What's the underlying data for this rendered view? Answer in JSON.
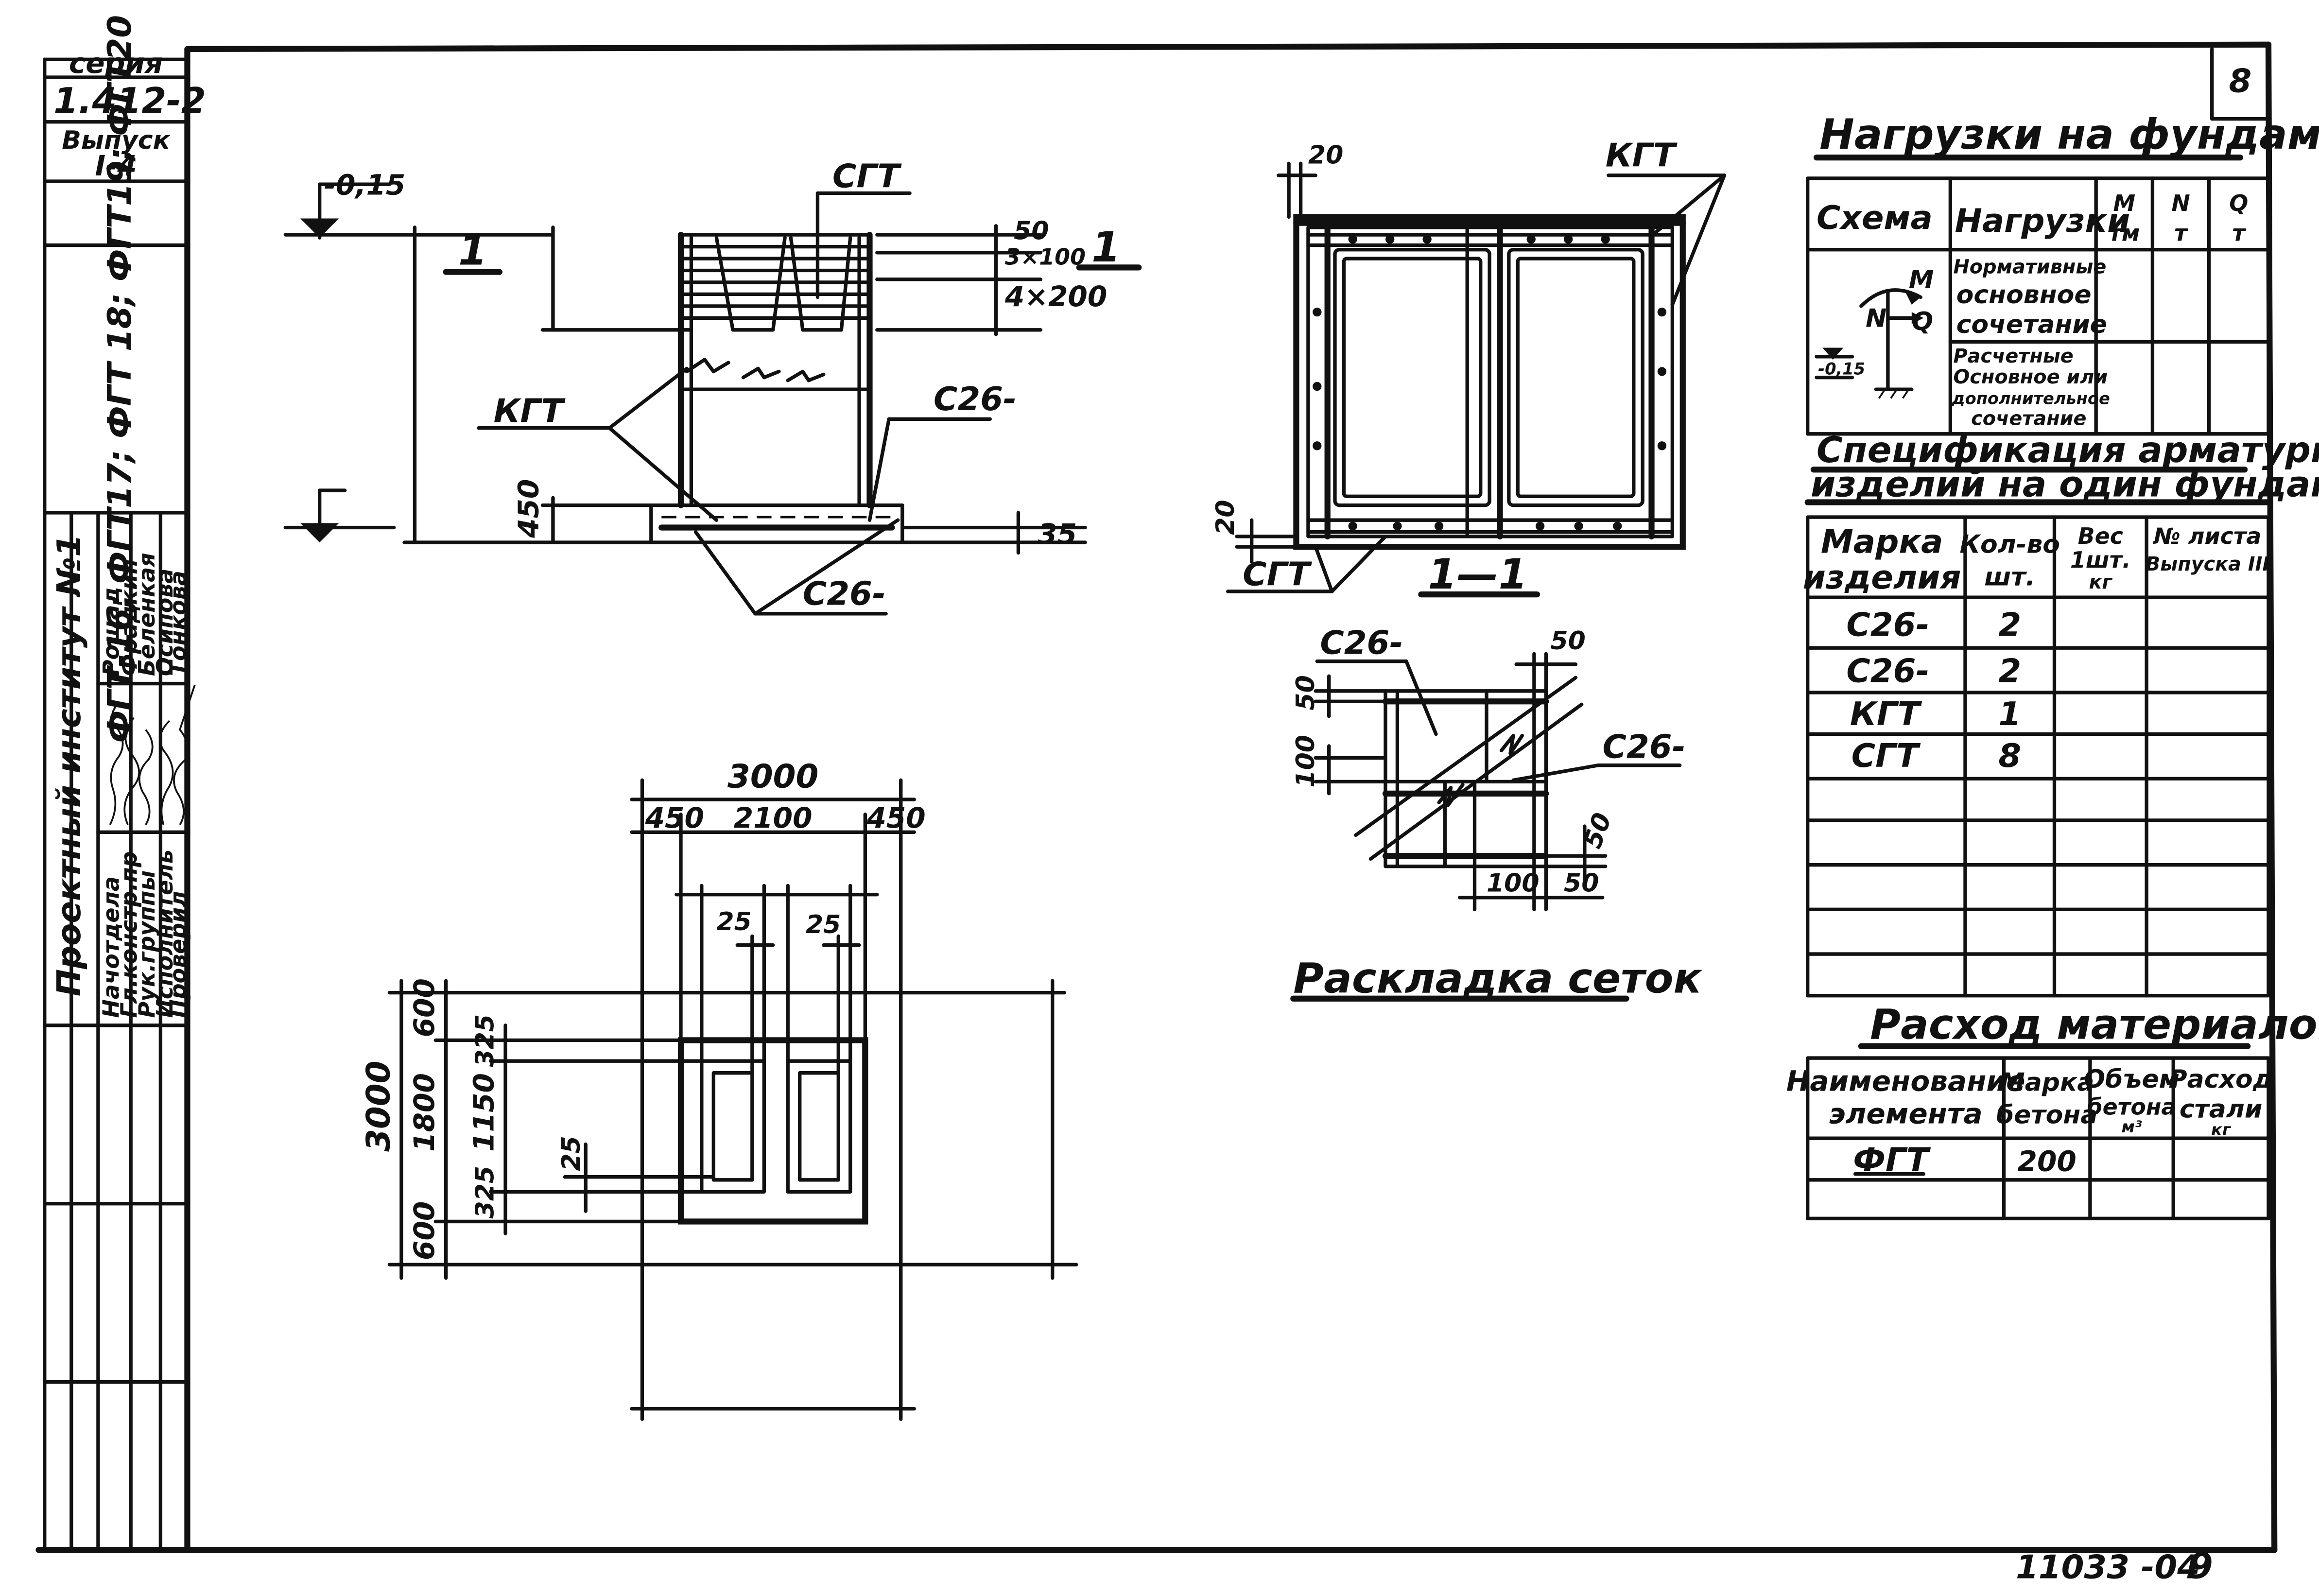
{
  "title_block": {
    "seria_label": "серия",
    "seria_value": "1.412-2",
    "vypusk_label": "Выпуск",
    "vypusk_value": "I-4",
    "marks": "ФГТ-16; ФГТ17; ФГТ 18; ФГТ19; ФГТ20",
    "institute": "Проектный институт №1",
    "roles": [
      "Начотдела",
      "Гл.констр.пр",
      "Рук.группы",
      "Исполнитель",
      "Проверил"
    ],
    "names": [
      "Фрадкин",
      "Беленкая",
      "Осипова",
      "Тонкова"
    ],
    "role_extra": "Рощад"
  },
  "sheet_number": "8",
  "footer_code": "11033 -04",
  "footer_page": "9",
  "elevation_view": {
    "level_top": "-0,15",
    "section_mark": "1",
    "label_sgt": "СГТ",
    "label_kgt": "КГТ",
    "label_c26_right": "С26-",
    "label_c26_bottom": "С26-",
    "dim_50": "50",
    "dim_3x100": "3×100",
    "dim_4x200": "4×200",
    "dim_450": "450",
    "dim_35": "35"
  },
  "section_view": {
    "label_kgt": "КГТ",
    "label_sgt": "СГТ",
    "dim_20_top": "20",
    "dim_20_left": "20",
    "section_title": "1—1"
  },
  "plan_view": {
    "dim_3000_top": "3000",
    "dim_450_left": "450",
    "dim_2100": "2100",
    "dim_450_right": "450",
    "dim_25_a": "25",
    "dim_25_b": "25",
    "dim_3000_left": "3000",
    "dim_1800": "1800",
    "dim_1150": "1150",
    "dim_600_top": "600",
    "dim_600_bottom": "600",
    "dim_325_top": "325",
    "dim_325_bottom": "325",
    "dim_25_inner": "25"
  },
  "mesh_layout": {
    "label_c26_top": "С26-",
    "label_c26_right": "С26-",
    "dim_50_top": "50",
    "dim_50_left": "50",
    "dim_100_left": "100",
    "dim_100_bottom": "100",
    "dim_50_bottom": "50",
    "dim_50_right": "50",
    "title": "Раскладка сеток"
  },
  "loads_table": {
    "title": "Нагрузки на фундамент",
    "headers": [
      "Схема",
      "Нагрузки",
      "М",
      "N",
      "Q"
    ],
    "units": [
      "тм",
      "т",
      "т"
    ],
    "row1": [
      "Нормативные",
      "основное",
      "сочетание"
    ],
    "row2": [
      "Расчетные",
      "Основное или",
      "дополнительное",
      "сочетание"
    ],
    "scheme_labels": [
      "M",
      "N",
      "Q",
      "-0,15"
    ]
  },
  "spec_table": {
    "title_line1": "Спецификация арматурных",
    "title_line2": "изделий на один фундамент",
    "headers": [
      "Марка изделия",
      "Кол-во шт.",
      "Вес 1шт. кг",
      "№ листа Выпуска III"
    ],
    "header_lines": [
      [
        "Марка",
        "изделия"
      ],
      [
        "Кол-во",
        "шт."
      ],
      [
        "Вес",
        "1шт.",
        "кг"
      ],
      [
        "№ листа",
        "Выпуска III"
      ]
    ],
    "rows": [
      {
        "mark": "С26-",
        "qty": "2"
      },
      {
        "mark": "С26-",
        "qty": "2"
      },
      {
        "mark": "КГТ",
        "qty": "1"
      },
      {
        "mark": "СГТ",
        "qty": "8"
      }
    ]
  },
  "materials_table": {
    "title": "Расход материалов",
    "header_lines": [
      [
        "Наименование",
        "элемента"
      ],
      [
        "Марка",
        "бетона"
      ],
      [
        "Объем",
        "бетона",
        "м³"
      ],
      [
        "Расход",
        "стали",
        "кг"
      ]
    ],
    "rows": [
      {
        "element": "ФГТ",
        "grade": "200"
      }
    ]
  }
}
